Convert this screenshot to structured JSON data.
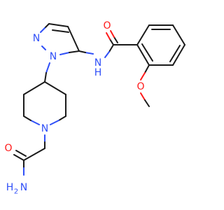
{
  "colors": {
    "bond": "#1a1a1a",
    "nitrogen": "#3050f8",
    "oxygen": "#ff1a1a",
    "background": "#ffffff"
  },
  "labels": {
    "carbonyl_oxygen": "O",
    "amide_nh_n": "N",
    "amide_nh_h": "H",
    "pyrazole_n2": "N",
    "pyrazole_n1": "N",
    "piperidine_n": "N",
    "methoxy_o": "O",
    "primary_amide_o": "O",
    "primary_amide_nh2_h": "H",
    "primary_amide_nh2_sub": "2",
    "primary_amide_nh2_n": "N"
  }
}
